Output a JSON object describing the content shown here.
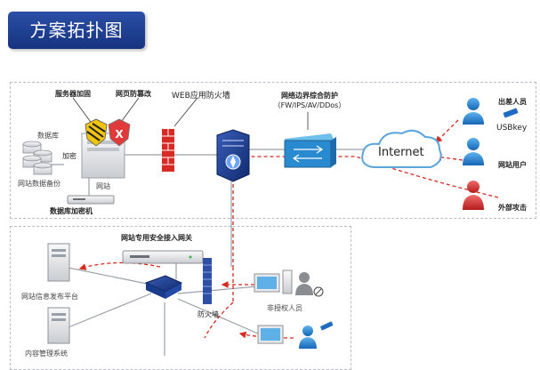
{
  "title": "方案拓扑图",
  "labels": {
    "server_harden": "服务器加固",
    "web_tamper": "网页防篡改",
    "web_fw": "WEB应用防火墙",
    "border_defense": "网络边界综合防护",
    "border_defense_sub": "（FW/IPS/AV/DDos）",
    "database": "数据库",
    "encrypt": "加密",
    "backup": "网站数据备份",
    "website": "网站",
    "db_encryptor": "数据库加密机",
    "internet": "Internet",
    "traveler": "出差人员",
    "usbkey": "USBkey",
    "site_user": "网站用户",
    "attacker": "外部攻击",
    "gateway": "网站专用安全接入网关",
    "publish": "网站信息发布平台",
    "firewall": "防火墙",
    "unauthorized": "非授权人员",
    "content_mgmt": "内容管理系统"
  },
  "colors": {
    "title_bg": "#1f3f95",
    "dashed_red": "#d62b1f",
    "person_blue": "#1e88d8",
    "person_red": "#d63030",
    "switch_blue": "#1a3b8c",
    "cloud": "#5aa6dc"
  }
}
